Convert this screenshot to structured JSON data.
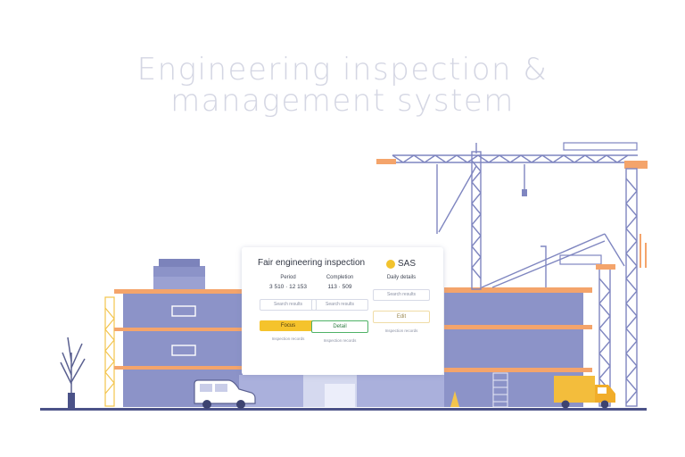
{
  "title": {
    "line1": "Engineering inspection &",
    "line2": "management system"
  },
  "panel": {
    "heading": "Fair engineering inspection",
    "logo_text": "SAS",
    "logo_icon": "coin-icon",
    "columns": [
      {
        "header": "Period",
        "value": "3 510 · 12 153",
        "field": "Search results",
        "button": "Focus",
        "note": "Inspection records"
      },
      {
        "header": "Completion",
        "value": "113 · 509",
        "field": "Search results",
        "button": "Detail",
        "note": "Inspection records"
      },
      {
        "header": "Daily details",
        "value": "",
        "field": "Search results",
        "button": "Edit",
        "note": "Inspection records"
      }
    ]
  },
  "colors": {
    "building": "#8c93c8",
    "stripe": "#f4a46b",
    "crane": "#7f86c0",
    "accent_yellow": "#f5c32c",
    "accent_green": "#4fb266",
    "truck": "#f3bd3c"
  }
}
